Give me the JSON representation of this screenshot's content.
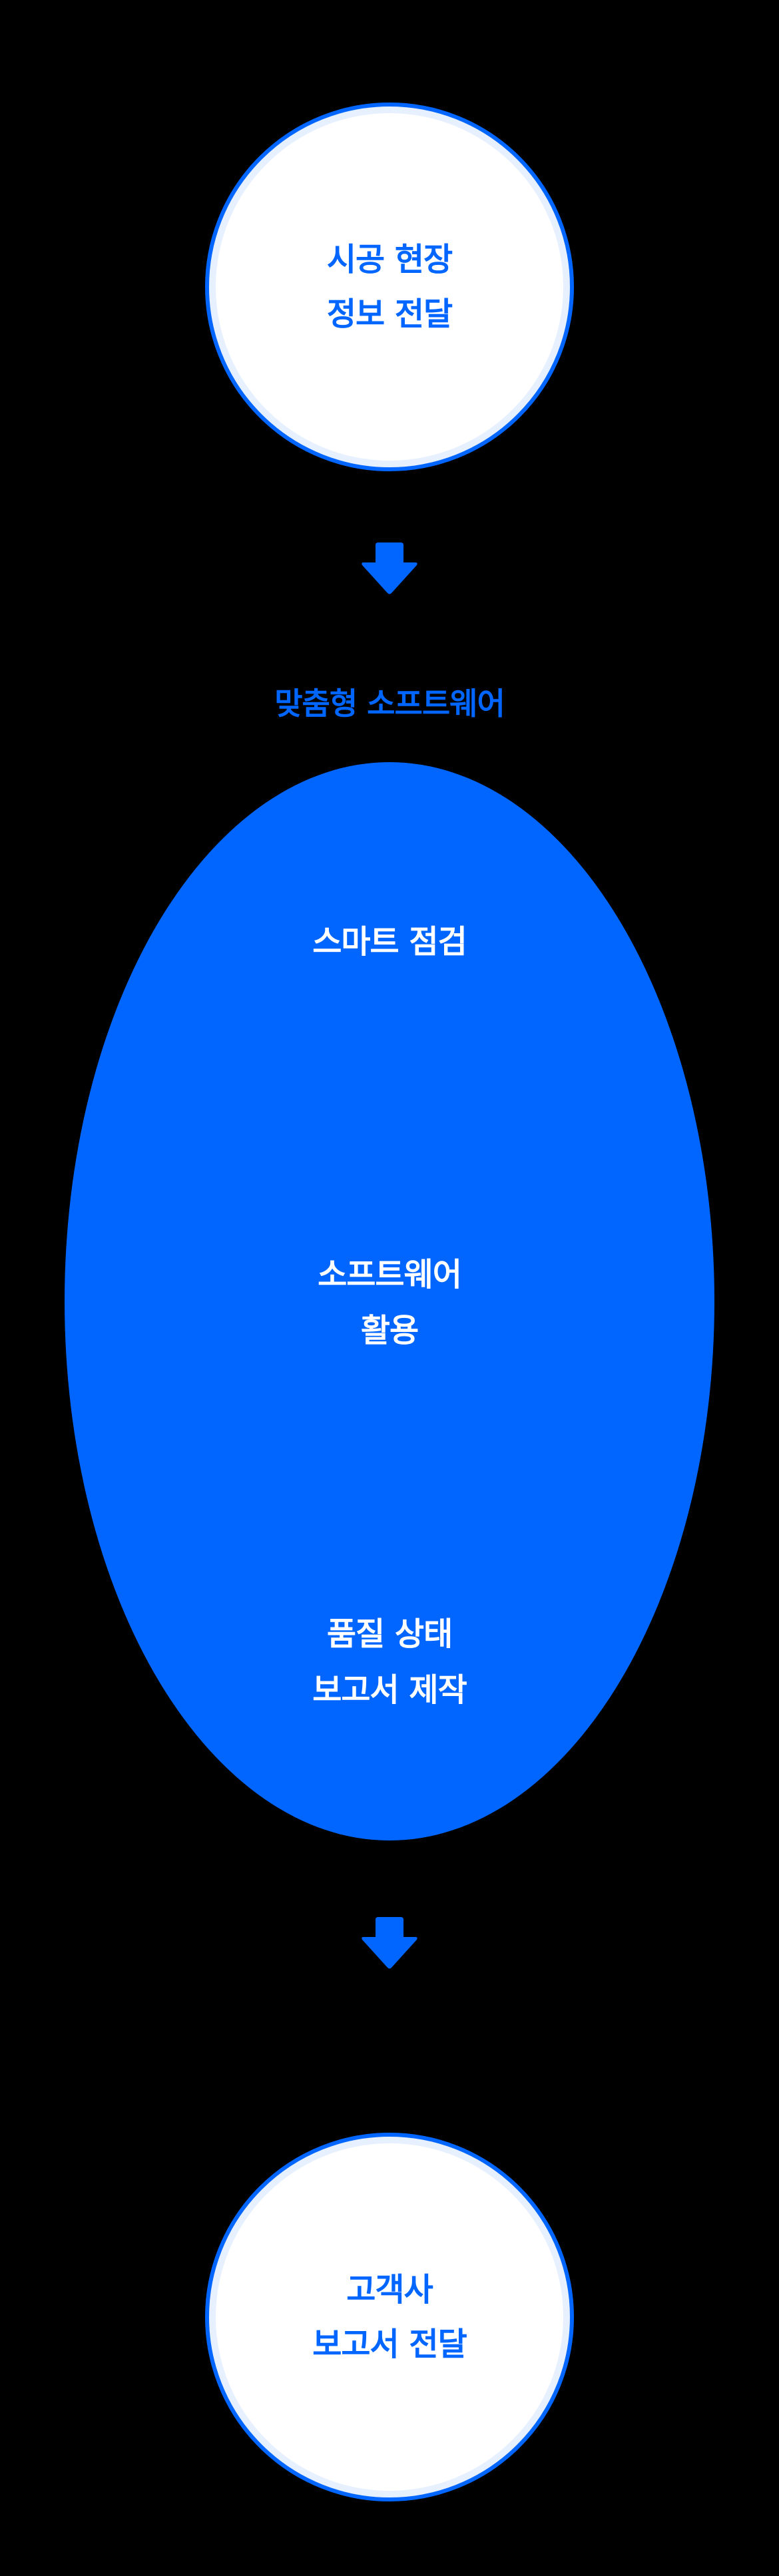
{
  "colors": {
    "background": "#000000",
    "accent": "#0066ff",
    "ring_inner": "#e6f0ff",
    "node_fill": "#ffffff",
    "ellipse_text": "#ffffff"
  },
  "flow": {
    "start_node": {
      "lines": [
        "시공 현장",
        "정보 전달"
      ]
    },
    "arrow_1": {
      "icon": "arrow-down-icon"
    },
    "section_label": "맞춤형 소프트웨어",
    "software_group": {
      "steps": [
        {
          "lines": [
            "스마트 점검"
          ]
        },
        {
          "lines": [
            "소프트웨어",
            "활용"
          ]
        },
        {
          "lines": [
            "품질 상태",
            "보고서 제작"
          ]
        }
      ]
    },
    "arrow_2": {
      "icon": "arrow-down-icon"
    },
    "end_node": {
      "lines": [
        "고객사",
        "보고서 전달"
      ]
    }
  }
}
